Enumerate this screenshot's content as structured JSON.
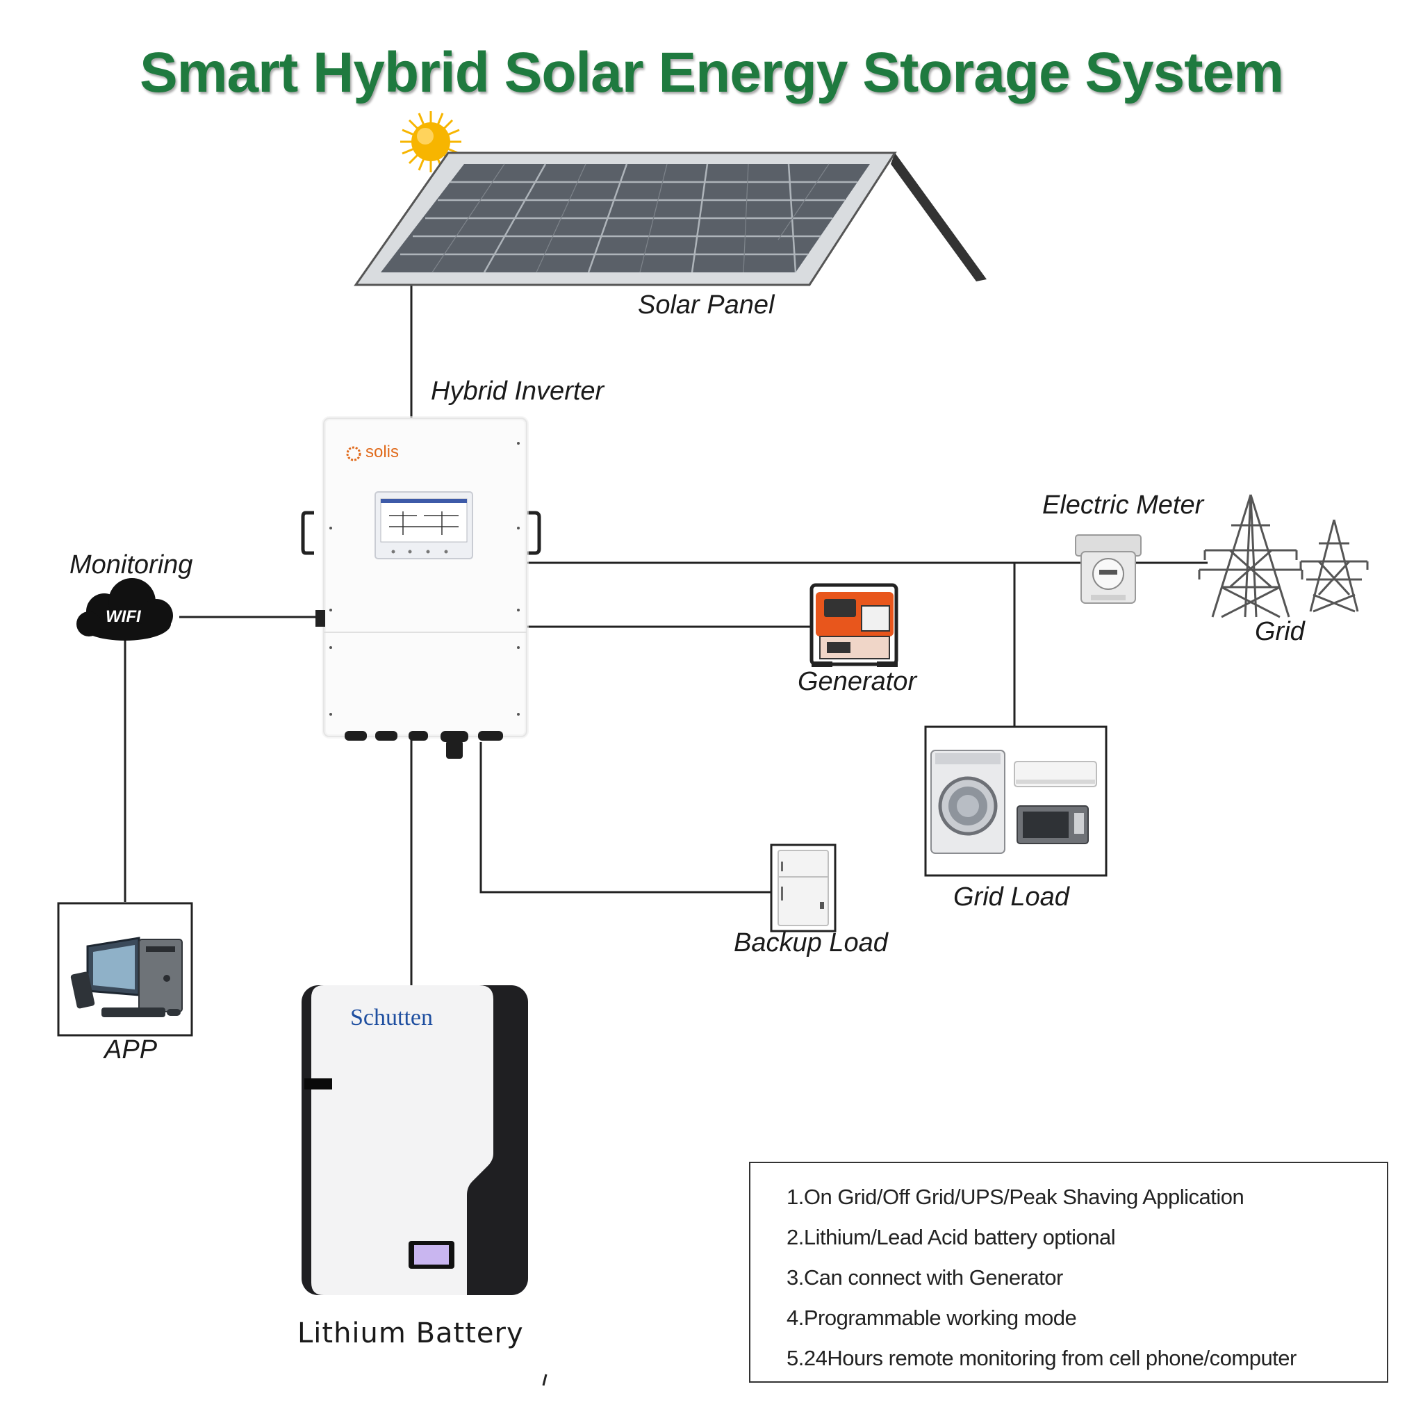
{
  "title": "Smart Hybrid Solar Energy Storage System",
  "labels": {
    "solar_panel": "Solar Panel",
    "hybrid_inverter": "Hybrid Inverter",
    "monitoring": "Monitoring",
    "wifi": "WIFI",
    "electric_meter": "Electric Meter",
    "grid": "Grid",
    "generator": "Generator",
    "grid_load": "Grid Load",
    "backup_load": "Backup Load",
    "app": "APP",
    "lithium_battery": "Lithium Battery"
  },
  "brands": {
    "inverter": "solis",
    "battery": "Schutten"
  },
  "features": [
    "1.On Grid/Off Grid/UPS/Peak Shaving Application",
    "2.Lithium/Lead Acid battery optional",
    "3.Can connect with Generator",
    "4.Programmable working mode",
    "5.24Hours remote monitoring from cell phone/computer"
  ],
  "colors": {
    "title": "#1f7a3f",
    "sun": "#f7b500",
    "panel": "#5a6068",
    "generator": "#e8561c"
  }
}
